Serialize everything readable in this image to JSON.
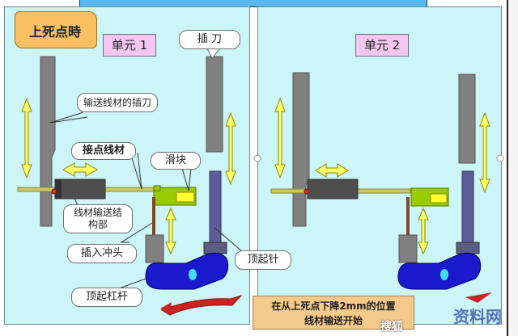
{
  "title_banner": "上死点時",
  "units": [
    {
      "label": "单元 1"
    },
    {
      "label": "单元 2"
    }
  ],
  "callouts": {
    "insert_knife": "插 刀",
    "feed_knife": "输送线材的插刀",
    "contact_wire": "接点线材",
    "slider": "滑块",
    "wire_feed_structure_line1": "线材输送结",
    "wire_feed_structure_line2": "构部",
    "insert_punch": "插入冲头",
    "ejector_pin": "顶起针",
    "ejector_lever": "顶起杠杆"
  },
  "note": {
    "line1": "在从上死点下降2mm的位置",
    "line2": "线材输送开始"
  },
  "watermark": {
    "text": "搜狐",
    "site": "资料网"
  },
  "colors": {
    "panel_bg": "#ccf5f7",
    "knife_gray": "#808080",
    "feed_block": "#4d4d4d",
    "slider_green": "#99cc00",
    "slider_inner": "#ffff33",
    "ejector_pin": "#5c5c99",
    "lever_blue": "#1a1acc",
    "arrow_yellow": "#ffff66",
    "rotation_arrow": "#cc2222",
    "unit_label_bg": "#f5c6f0",
    "banner_orange": "#f8c060",
    "note_bg": "#f5c98a"
  }
}
